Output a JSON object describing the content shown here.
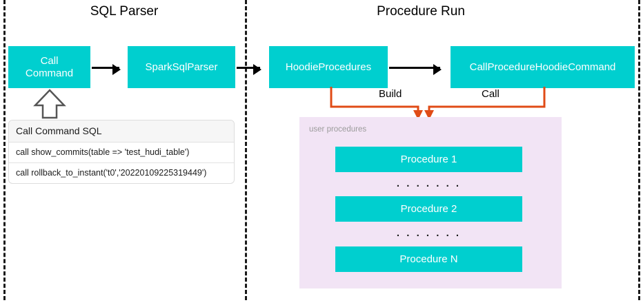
{
  "sections": [
    {
      "id": "sql-parser",
      "title": "SQL Parser"
    },
    {
      "id": "procedure-run",
      "title": "Procedure Run"
    }
  ],
  "nodes": [
    {
      "id": "call-command",
      "label": "Call\nCommand"
    },
    {
      "id": "spark-sql-parser",
      "label": "SparkSqlParser"
    },
    {
      "id": "hoodie-procedures",
      "label": "HoodieProcedures"
    },
    {
      "id": "call-procedure-hoodie-command",
      "label": "CallProcedureHoodieCommand"
    }
  ],
  "edge_labels": {
    "build": "Build",
    "call": "Call"
  },
  "sql_card": {
    "header": "Call Command SQL",
    "rows": [
      "call show_commits(table => 'test_hudi_table')",
      "call rollback_to_instant('t0','20220109225319449')"
    ]
  },
  "user_procedures": {
    "label": "user procedures",
    "items": [
      {
        "label": "Procedure 1"
      },
      {
        "label": "Procedure 2"
      },
      {
        "label": "Procedure N"
      }
    ],
    "ellipsis": ". . . . . . ."
  },
  "colors": {
    "node_fill": "#00CFCF",
    "node_text": "#FFFFFF",
    "panel_fill": "#F2E4F5",
    "connector": "#E04B16",
    "flow_arrow": "#000000",
    "divider": "#1A1A1A",
    "card_header_fill": "#F6F6F6"
  }
}
